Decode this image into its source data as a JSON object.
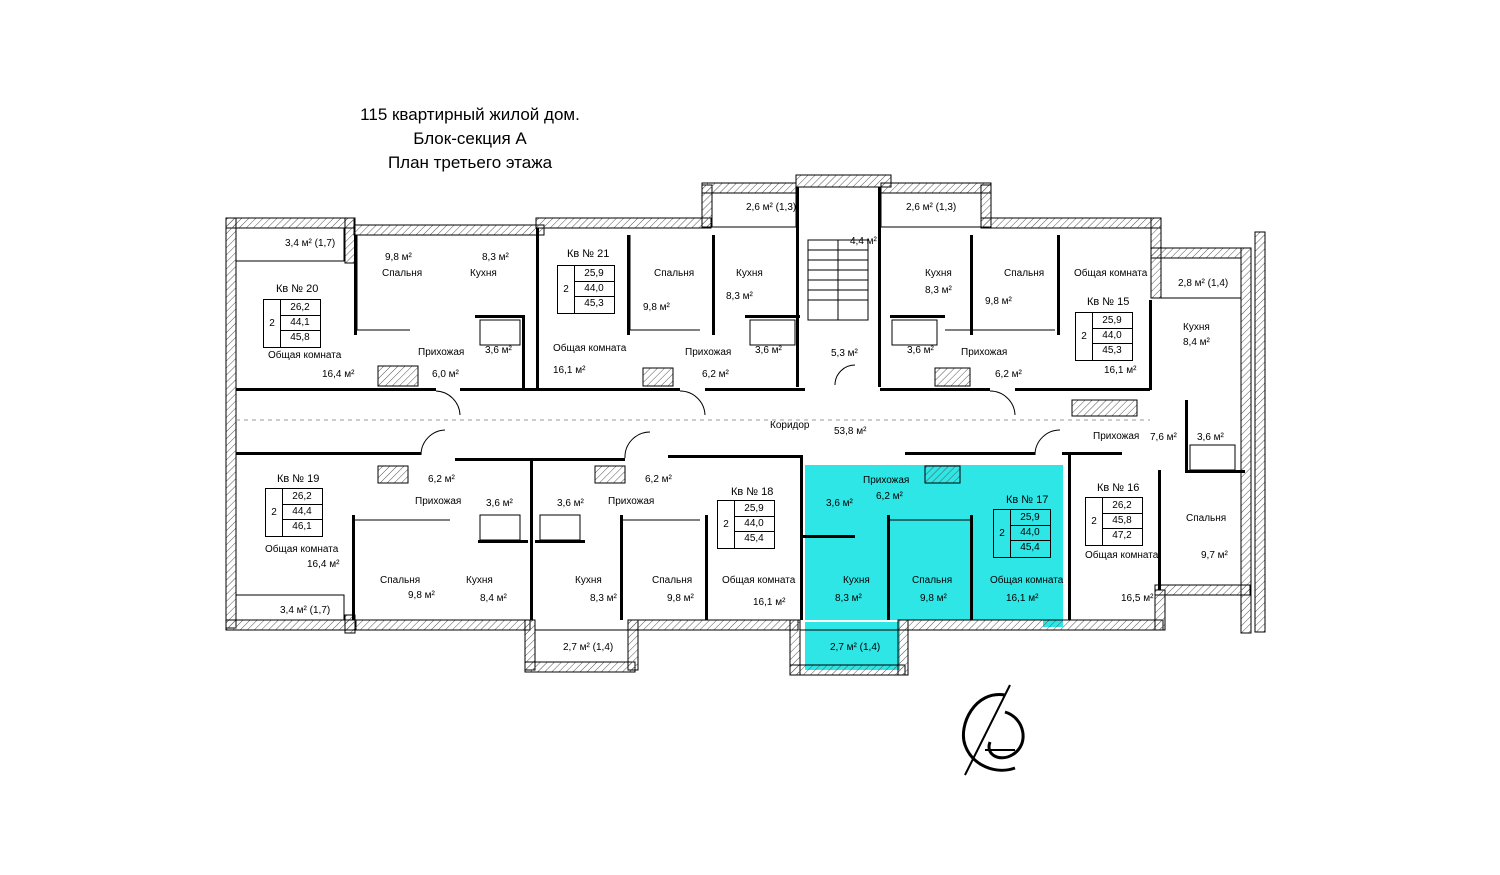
{
  "title": {
    "line1": "115 квартирный жилой дом.",
    "line2": "Блок-секция А",
    "line3": "План третьего этажа"
  },
  "highlight_color": "#2ee6e6",
  "apartments": [
    {
      "id": "20",
      "label": "Кв № 20",
      "rooms": "2",
      "living": "26,2",
      "total": "44,1",
      "total_balcony": "45,8"
    },
    {
      "id": "21",
      "label": "Кв № 21",
      "rooms": "2",
      "living": "25,9",
      "total": "44,0",
      "total_balcony": "45,3"
    },
    {
      "id": "15",
      "label": "Кв № 15",
      "rooms": "2",
      "living": "25,9",
      "total": "44,0",
      "total_balcony": "45,3"
    },
    {
      "id": "19",
      "label": "Кв № 19",
      "rooms": "2",
      "living": "26,2",
      "total": "44,4",
      "total_balcony": "46,1"
    },
    {
      "id": "18",
      "label": "Кв № 18",
      "rooms": "2",
      "living": "25,9",
      "total": "44,0",
      "total_balcony": "45,4"
    },
    {
      "id": "17",
      "label": "Кв № 17",
      "rooms": "2",
      "living": "25,9",
      "total": "44,0",
      "total_balcony": "45,4",
      "highlighted": true
    },
    {
      "id": "16",
      "label": "Кв № 16",
      "rooms": "2",
      "living": "26,2",
      "total": "45,8",
      "total_balcony": "47,2"
    }
  ],
  "rooms": {
    "bedroom": "Спальня",
    "kitchen": "Кухня",
    "hall": "Прихожая",
    "living": "Общая комната",
    "corridor": "Коридор"
  },
  "areas": {
    "a20_balcony": "3,4 м² (1,7)",
    "a20_bed": "9,8 м²",
    "a20_kitchen": "8,3 м²",
    "a20_bath": "3,6 м²",
    "a20_hall": "6,0 м²",
    "a20_living": "16,4 м²",
    "a21_living": "16,1 м²",
    "a21_bed": "9,8 м²",
    "a21_kitchen": "8,3 м²",
    "a21_bath": "3,6 м²",
    "a21_hall": "6,2 м²",
    "a21_balcony": "2,6 м² (1,3)",
    "stair": "4,4 м²",
    "lobby": "5,3 м²",
    "corridor": "53,8 м²",
    "a15_balcony": "2,6 м² (1,3)",
    "a15_kitchen": "8,3 м²",
    "a15_bath": "3,6 м²",
    "a15_bed": "9,8 м²",
    "a15_hall": "6,2 м²",
    "a15_living": "16,1 м²",
    "a16_balcony": "2,8 м² (1,4)",
    "a16_kitchen": "8,4 м²",
    "a16_hall": "7,6 м²",
    "a16_bath": "3,6 м²",
    "a16_bed": "9,7 м²",
    "a16_living": "16,5 м²",
    "a19_hall": "6,2 м²",
    "a19_living": "16,4 м²",
    "a19_balcony": "3,4 м² (1,7)",
    "a19_bed": "9,8 м²",
    "a19_bath": "3,6 м²",
    "a19_kitchen": "8,4 м²",
    "a18_bath": "3,6 м²",
    "a18_hall": "6,2 м²",
    "a18_kitchen": "8,3 м²",
    "a18_bed": "9,8 м²",
    "a18_living": "16,1 м²",
    "a18_balcony": "2,7 м² (1,4)",
    "a17_bath": "3,6 м²",
    "a17_hall": "6,2 м²",
    "a17_kitchen": "8,3 м²",
    "a17_bed": "9,8 м²",
    "a17_living": "16,1 м²",
    "a17_balcony": "2,7 м² (1,4)"
  }
}
